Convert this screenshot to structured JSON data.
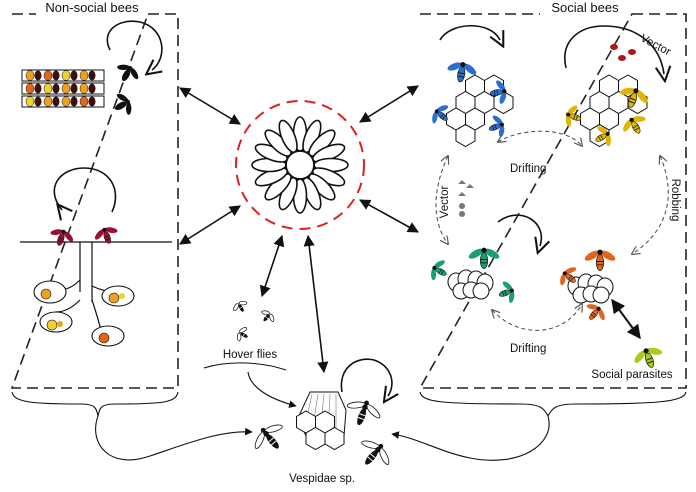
{
  "diagram": {
    "labels": {
      "non_social_bees": "Non-social bees",
      "social_bees": "Social bees",
      "vector_top": "Vector",
      "drifting_top": "Drifting",
      "robbing": "Robbing",
      "vector_left": "Vector",
      "drifting_bottom": "Drifting",
      "social_parasites": "Social parasites",
      "hover_flies": "Hover flies",
      "vespidae": "Vespidae sp."
    },
    "colors": {
      "line": "#111111",
      "flower_ring": "#e02020",
      "bee_blue": "#2a6fd0",
      "bee_yellow": "#e0b400",
      "bee_green": "#1a9e78",
      "bee_orange": "#e0661a",
      "bee_lime": "#a8cc1a",
      "bee_maroon": "#9a1030",
      "pollen_orange": "#f0a020",
      "pollen_yellow": "#f0d030",
      "mite_red": "#b01818"
    },
    "icons": [
      "bee-icon",
      "flower-icon",
      "honeycomb-icon",
      "wasp-icon",
      "hoverfly-icon",
      "mite-icon",
      "nest-tube-icon",
      "burrow-icon"
    ]
  }
}
